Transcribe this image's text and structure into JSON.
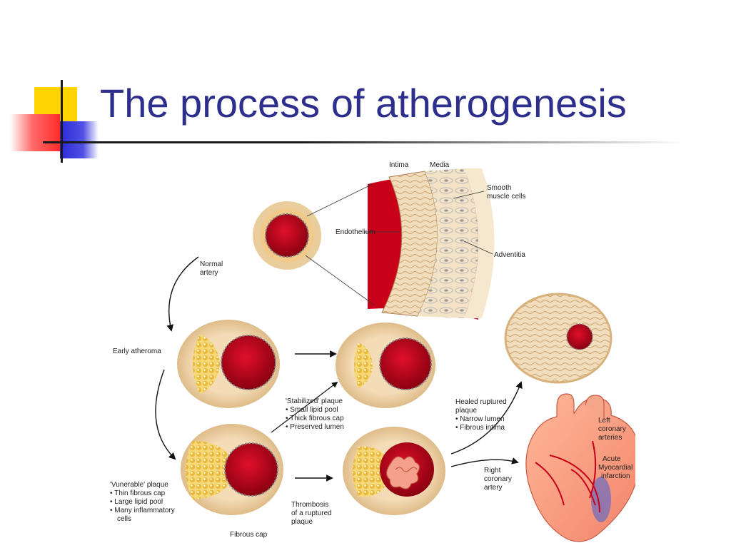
{
  "slide": {
    "title": "The process of atherogenesis"
  },
  "labels": {
    "intima": "Intima",
    "media": "Media",
    "smooth1": "Smooth",
    "smooth2": "muscle cells",
    "endothelium": "Endothelium",
    "adventitia": "Adventitia",
    "normal1": "Normal",
    "normal2": "artery",
    "early": "Early atheroma",
    "stab1": "'Stabilized' plaque",
    "stab2": "• Small lipid pool",
    "stab3": "• Thick fibrous cap",
    "stab4": "• Preserved lumen",
    "healed1": "Healed ruptured",
    "healed2": "plaque",
    "healed3": "• Narrow lumen",
    "healed4": "• Fibrous intima",
    "vul1": "'Vunerable' plaque",
    "vul2": "• Thin fibrous cap",
    "vul3": "• Large lipid pool",
    "vul4": "• Many inflammatory",
    "vul5": "cells",
    "fibrous": "Fibrous cap",
    "thr1": "Thrombosis",
    "thr2": "of a ruptured",
    "thr3": "plaque",
    "left1": "Left",
    "left2": "coronary",
    "left3": "arteries",
    "acute1": "Acute",
    "acute2": "Myocardial",
    "acute3": "infarction",
    "right1": "Right",
    "right2": "coronary",
    "right3": "artery"
  },
  "colors": {
    "title": "#2e2e8c",
    "accent_yellow": "#ffd400",
    "accent_red": "#ff3c3c",
    "accent_blue": "#2b2bd6",
    "lumen": "#b30014",
    "wall": "#efd3a6",
    "lipid": "#f1cf5e"
  }
}
